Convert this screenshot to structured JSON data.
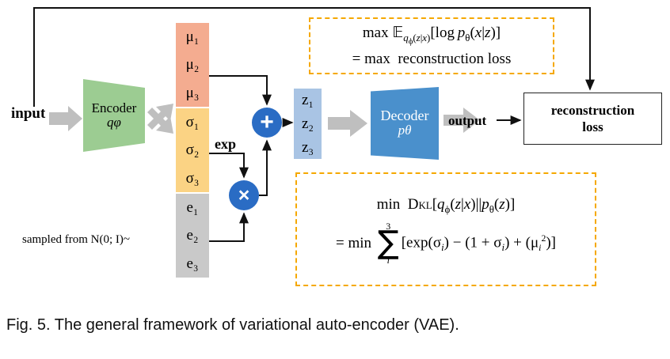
{
  "figure": {
    "caption": "Fig. 5. The general framework of variational auto-encoder (VAE).",
    "input_label": "input",
    "output_label": "output",
    "exp_label": "exp",
    "sampled_label": "sampled from N(0; I)~",
    "encoder": {
      "name": "Encoder",
      "param": "qφ"
    },
    "decoder": {
      "name": "Decoder",
      "param": "pθ"
    },
    "reconstruction_box": {
      "line1": "reconstruction",
      "line2": "loss"
    },
    "operators": {
      "add": "+",
      "multiply": "×"
    },
    "vectors": {
      "mu": {
        "items": [
          "μ₁",
          "μ₂",
          "μ₃"
        ],
        "color": "#F4AC90"
      },
      "sigma": {
        "items": [
          "σ₁",
          "σ₂",
          "σ₃"
        ],
        "color": "#FBD384"
      },
      "eps": {
        "items": [
          "e₁",
          "e₂",
          "e₃"
        ],
        "color": "#C9C9C9"
      },
      "z": {
        "items": [
          "z₁",
          "z₂",
          "z₃"
        ],
        "color": "#A9C4E4"
      }
    },
    "equations": {
      "reconstruction": {
        "line1": "max ᴇqφ(z|x)[log pθ(x|z)]",
        "line2": "= max  reconstruction loss"
      },
      "kl": {
        "line1": "min  Dᴋʟ[qφ(z|x)||pθ(z)]",
        "line2": "= min ∑ᵢ³ [exp(σᵢ) − (1 + σᵢ) + (μᵢ²)]",
        "sum_upper": "3",
        "sum_lower": "i"
      }
    },
    "colors": {
      "accent_orange": "#F5A800",
      "encoder_green": "#9CCC92",
      "decoder_blue": "#4A90CC",
      "operator_blue": "#2A6CC4",
      "arrow_gray": "#BFBFBF"
    }
  }
}
